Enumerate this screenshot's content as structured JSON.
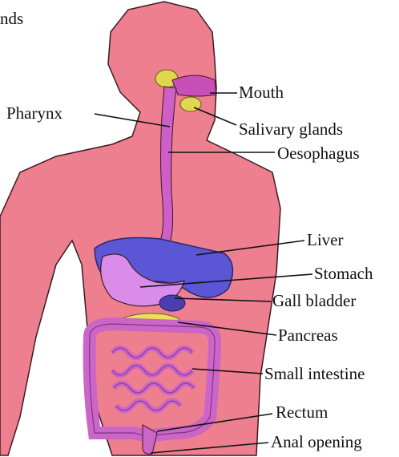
{
  "corner_text": "nds",
  "labels": {
    "mouth": "Mouth",
    "pharynx": "Pharynx",
    "salivary": "Salivary glands",
    "oesophagus": "Oesophagus",
    "liver": "Liver",
    "stomach": "Stomach",
    "gall": "Gall bladder",
    "pancreas": "Pancreas",
    "small": "Small intestine",
    "rectum": "Rectum",
    "anal": "Anal opening"
  },
  "colors": {
    "body": "#ee7f8f",
    "outline": "#3a1a22",
    "oesophagus": "#cf5fc8",
    "liver": "#5b56d6",
    "stomach": "#d98ce8",
    "gall": "#4a3fb0",
    "pancreas": "#e9df58",
    "salivary": "#e2d64d",
    "intestine": "#c966c6",
    "intestine_dark": "#8a2f8c"
  }
}
